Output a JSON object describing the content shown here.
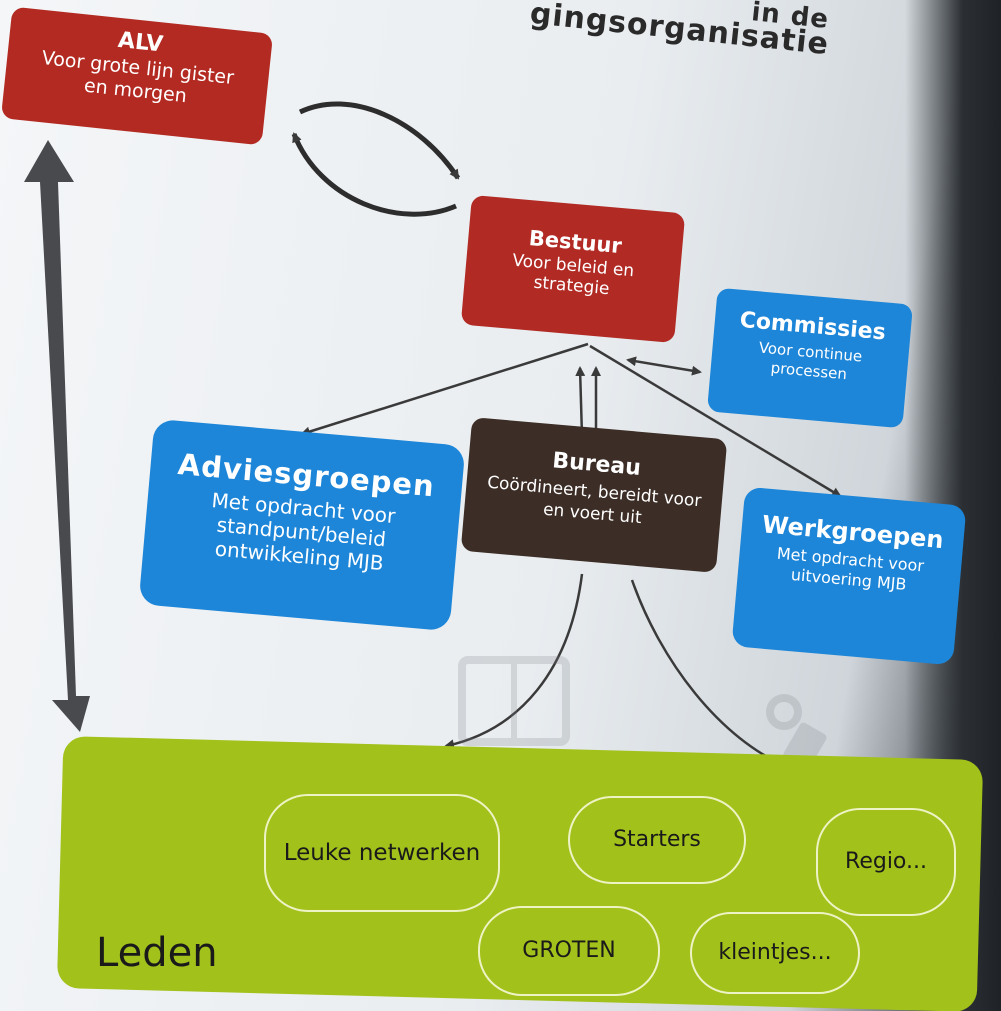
{
  "title_fragment": "gingsorganisatie",
  "title_fragment_top": "in de",
  "nodes": {
    "alv": {
      "title": "ALV",
      "subtitle": "Voor grote lijn gister en morgen"
    },
    "bestuur": {
      "title": "Bestuur",
      "subtitle": "Voor beleid en strategie"
    },
    "commissies": {
      "title": "Commissies",
      "subtitle": "Voor continue processen"
    },
    "adviesgroepen": {
      "title": "Adviesgroepen",
      "subtitle": "Met opdracht voor standpunt/beleid ontwikkeling MJB"
    },
    "bureau": {
      "title": "Bureau",
      "subtitle": "Coördineert, bereidt voor en voert uit"
    },
    "werkgroepen": {
      "title": "Werkgroepen",
      "subtitle": "Met opdracht voor uitvoering MJB"
    }
  },
  "leden": {
    "label": "Leden",
    "groups": [
      "Leuke netwerken",
      "Starters",
      "Regio...",
      "GROTEN",
      "kleintjes..."
    ]
  },
  "colors": {
    "red": "#b12a24",
    "blue": "#1e86d8",
    "brown": "#3c2d26",
    "green": "#a2c11a",
    "arrow": "#3a3a3a"
  }
}
